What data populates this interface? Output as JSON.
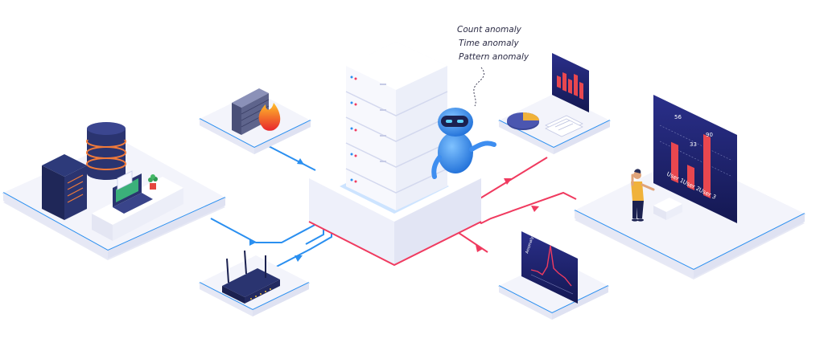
{
  "annotations": {
    "count_anomaly": "Count anomaly",
    "time_anomaly": "Time anomaly",
    "pattern_anomaly": "Pattern anomaly"
  },
  "big_chart": {
    "value_labels": [
      "56",
      "33",
      "90"
    ],
    "x_labels": [
      "User 1",
      "User 2",
      "User 3"
    ]
  },
  "line_chart": {
    "y_axis_label": "Anomaly Count"
  },
  "icons": [
    "firewall-icon",
    "server-rack-icon",
    "database-icon",
    "laptop-icon",
    "plant-icon",
    "router-icon",
    "robot-icon",
    "pie-chart-icon",
    "document-icon",
    "person-icon"
  ],
  "colors": {
    "accent_blue": "#2a8ff0",
    "accent_red": "#f03a5f",
    "panel_dark": "#1b1f5e",
    "platform": "#f2f3fb",
    "bar_red": "#e8474f"
  }
}
